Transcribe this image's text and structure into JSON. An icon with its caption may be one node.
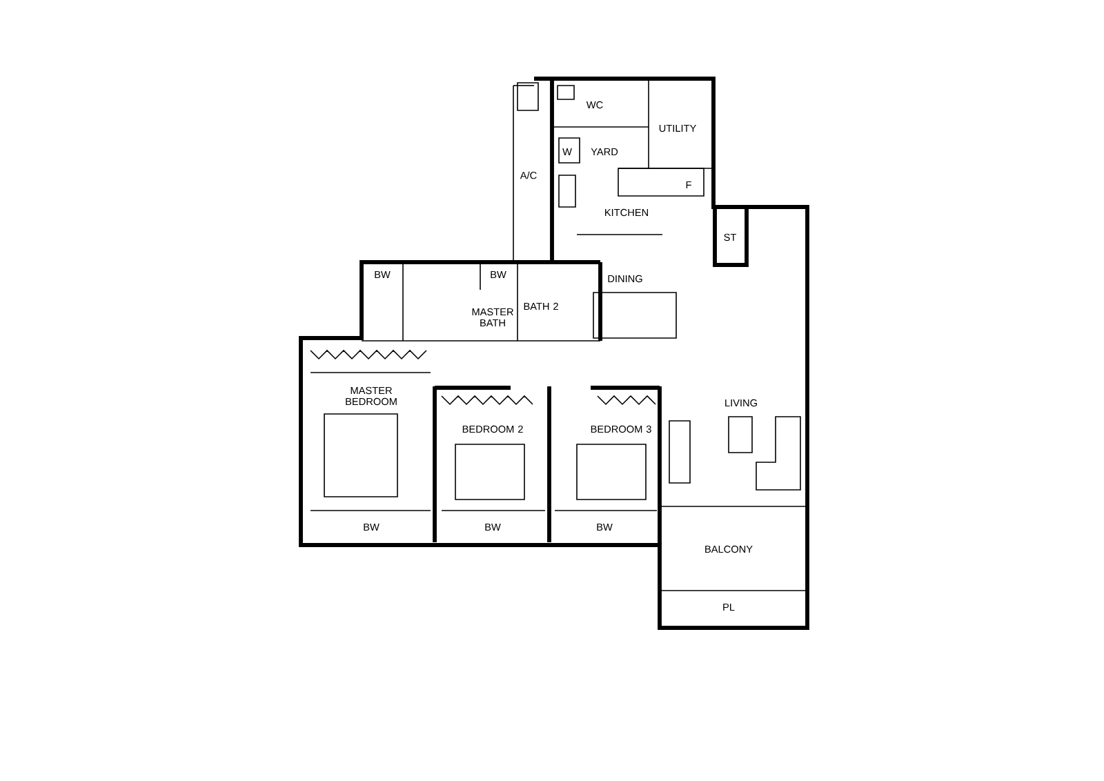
{
  "diagram": {
    "labels": [
      "WC",
      "UTILITY",
      "W",
      "YARD",
      "A/C",
      "F",
      "KITCHEN",
      "ST",
      "BW",
      "BW",
      "DINING",
      "MASTER BATH",
      "BATH 2",
      "MASTER BEDROOM",
      "LIVING",
      "BEDROOM 2",
      "BEDROOM 3",
      "BW",
      "BW",
      "BW",
      "BALCONY",
      "PL"
    ]
  }
}
